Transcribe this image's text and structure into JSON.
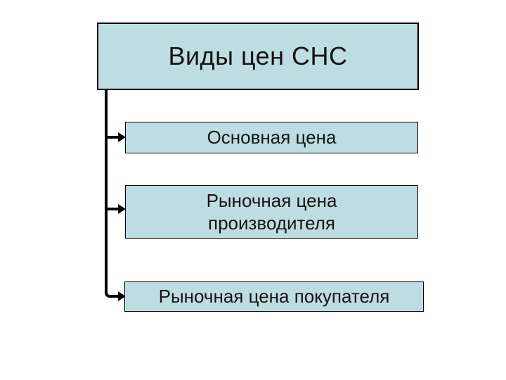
{
  "slide": {
    "title": "Виды цен СНС",
    "items": [
      {
        "label": "Основная цена"
      },
      {
        "label": "Рыночная цена\nпроизводителя"
      },
      {
        "label": "Рыночная цена покупателя"
      }
    ]
  },
  "colors": {
    "background": "#ffffff",
    "box_fill": "#bddde3",
    "box_border": "#000000",
    "connector": "#000000",
    "text": "#141414"
  }
}
